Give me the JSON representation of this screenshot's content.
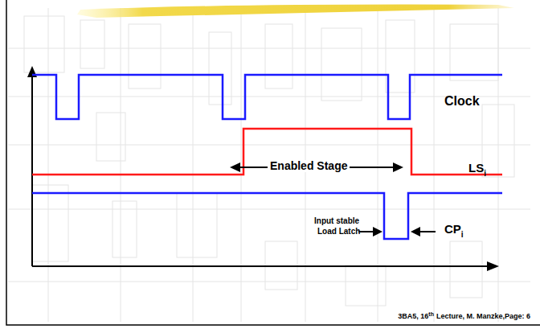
{
  "diagram": {
    "labels": [
      "Clock",
      "Enabled Stage",
      "LS",
      "i",
      "Input stable",
      "Load Latch",
      "CP",
      "i",
      "3BA5, 16",
      "th",
      "Lecture, M. Manzke,Page: 6"
    ]
  }
}
